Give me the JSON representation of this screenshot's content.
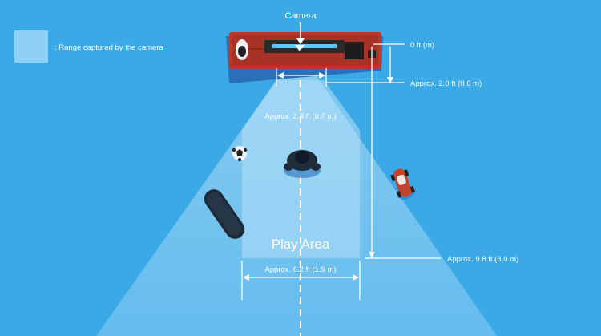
{
  "legend": {
    "text": ": Range captured by the camera"
  },
  "camera": {
    "label": "Camera"
  },
  "measurements": {
    "zero": "0 ft (m)",
    "near_distance": "Approx. 2.0 ft (0.6 m)",
    "near_width": "Approx. 2.3 ft (0.7 m)",
    "far_distance": "Approx. 9.8 ft (3.0 m)",
    "far_width": "Approx. 6.2 ft (1.9 m)"
  },
  "play_area": {
    "label": "Play Area"
  },
  "objects": [
    "football",
    "skateboard",
    "toy-car",
    "player"
  ],
  "colors": {
    "background": "#3aa9e6",
    "cone": "#8fd0f5",
    "play_area": "#9fd6f7",
    "tv_stand": "#b7392a",
    "line": "#ffffff"
  }
}
